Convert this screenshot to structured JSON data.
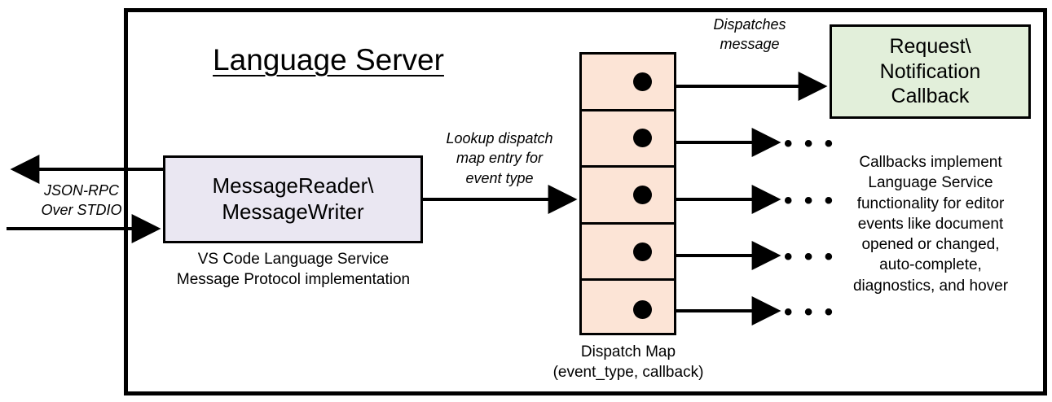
{
  "diagram": {
    "title": "Language Server",
    "frame": {
      "name": "language-server-boundary"
    },
    "transport": {
      "label": "JSON-RPC\nOver STDIO",
      "outbound_arrow": "arrow-out-left",
      "inbound_arrow": "arrow-in-right"
    },
    "message_box": {
      "label": "MessageReader\\\nMessageWriter",
      "fill": "#EAE7F2",
      "caption": "VS Code Language Service\nMessage Protocol implementation"
    },
    "lookup_label": "Lookup dispatch\nmap entry for\nevent type",
    "dispatch_map": {
      "fill": "#FCE4D6",
      "caption": "Dispatch Map\n(event_type, callback)",
      "rows": [
        {
          "index": 1,
          "dot": "callback-dot",
          "target": "callback-box"
        },
        {
          "index": 2,
          "dot": "callback-dot",
          "target": "ellipsis"
        },
        {
          "index": 3,
          "dot": "callback-dot",
          "target": "ellipsis"
        },
        {
          "index": 4,
          "dot": "callback-dot",
          "target": "ellipsis"
        },
        {
          "index": 5,
          "dot": "callback-dot",
          "target": "ellipsis"
        }
      ]
    },
    "dispatch_message_label": "Dispatches\nmessage",
    "callback_box": {
      "label": "Request\\\nNotification\nCallback",
      "fill": "#E2EFDA",
      "caption": "Callbacks implement\nLanguage Service\nfunctionality for editor\nevents like document\nopened or changed,\nauto-complete,\ndiagnostics, and hover"
    },
    "ellipsis_glyph": "• • •"
  }
}
